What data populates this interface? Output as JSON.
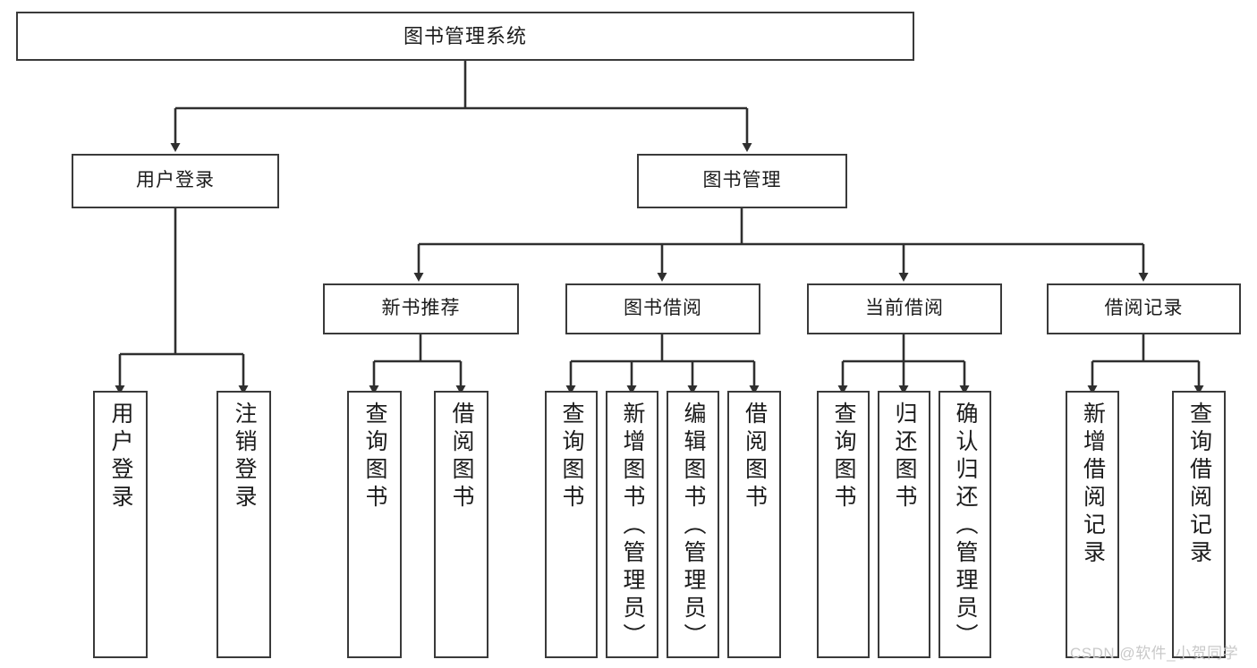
{
  "diagram": {
    "type": "tree-hierarchy",
    "title": "图书管理系统",
    "root": {
      "label": "图书管理系统"
    },
    "level2": [
      {
        "label": "用户登录"
      },
      {
        "label": "图书管理"
      }
    ],
    "level3": [
      {
        "label": "新书推荐"
      },
      {
        "label": "图书借阅"
      },
      {
        "label": "当前借阅"
      },
      {
        "label": "借阅记录"
      }
    ],
    "leaves": {
      "user_login": [
        {
          "label": "用户登录"
        },
        {
          "label": "注销登录"
        }
      ],
      "new_book_recommend": [
        {
          "label": "查询图书"
        },
        {
          "label": "借阅图书"
        }
      ],
      "book_borrow": [
        {
          "label": "查询图书"
        },
        {
          "label": "新增图书（管理员）"
        },
        {
          "label": "编辑图书（管理员）"
        },
        {
          "label": "借阅图书"
        }
      ],
      "current_borrow": [
        {
          "label": "查询图书"
        },
        {
          "label": "归还图书"
        },
        {
          "label": "确认归还（管理员）"
        }
      ],
      "borrow_record": [
        {
          "label": "新增借阅记录"
        },
        {
          "label": "查询借阅记录"
        }
      ]
    }
  },
  "watermark": {
    "text": "CSDN @软件_小贺同学"
  },
  "colors": {
    "stroke": "#3a3a3a",
    "background": "#ffffff",
    "text": "#1b1b1b",
    "watermark": "#c9c9c9"
  }
}
